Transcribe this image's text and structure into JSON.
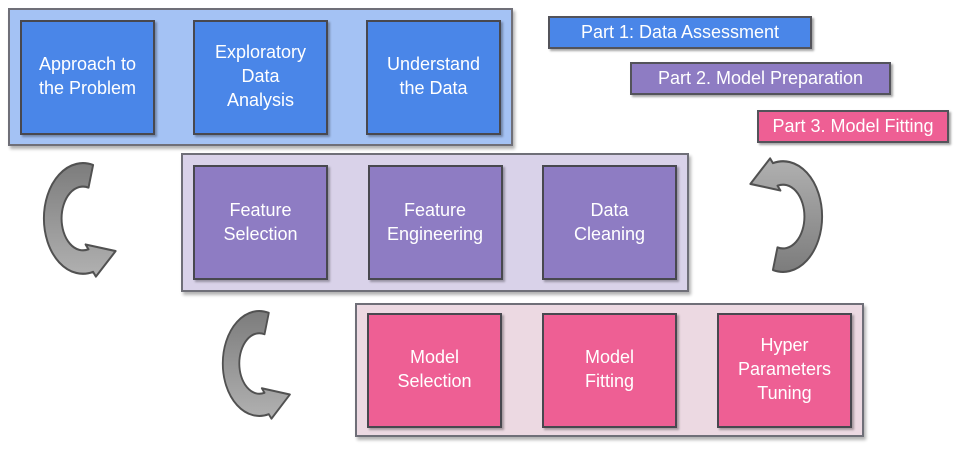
{
  "legend": {
    "items": [
      {
        "label": "Part 1: Data Assessment",
        "color": "#4a86e8"
      },
      {
        "label": "Part 2. Model Preparation",
        "color": "#8e7cc3"
      },
      {
        "label": "Part 3. Model Fitting",
        "color": "#ee5f94"
      }
    ]
  },
  "rows": [
    {
      "container_color": "#a4c2f4",
      "box_color": "#4a86e8",
      "boxes": [
        "Approach to\nthe Problem",
        "Exploratory\nData\nAnalysis",
        "Understand\nthe Data"
      ]
    },
    {
      "container_color": "#d9d2e9",
      "box_color": "#8e7cc3",
      "boxes": [
        "Feature\nSelection",
        "Feature\nEngineering",
        "Data\nCleaning"
      ]
    },
    {
      "container_color": "#ecd9e2",
      "box_color": "#ee5f94",
      "boxes": [
        "Model\nSelection",
        "Model\nFitting",
        "Hyper\nParameters\nTuning"
      ]
    }
  ],
  "arrow_style": {
    "top_color": "#7c7c7c",
    "bottom_color": "#b1b1b1",
    "outline_color": "#515151"
  },
  "text_color": "#ffffff"
}
